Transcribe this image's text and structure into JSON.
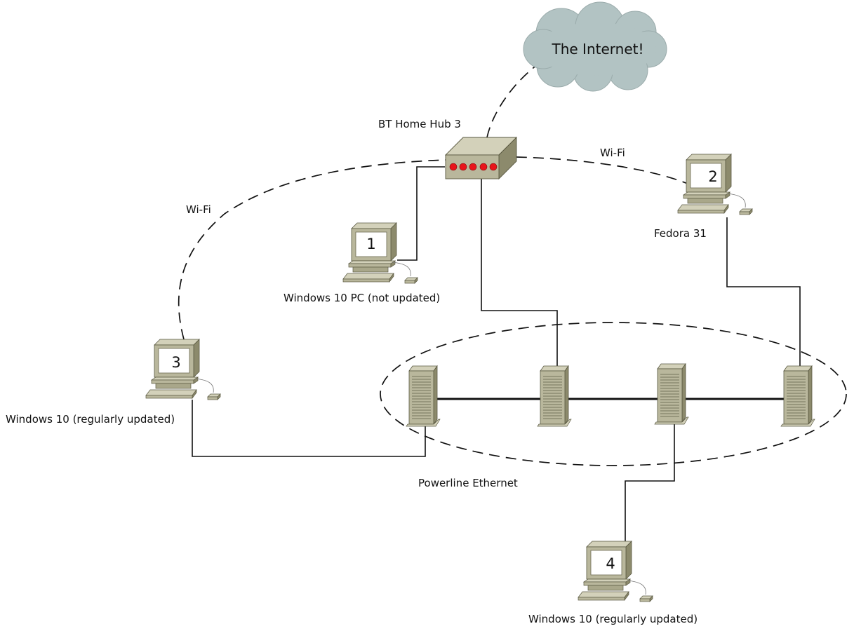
{
  "internet": {
    "label": "The Internet!",
    "icon": "cloud-icon",
    "color": "#b2c3c3"
  },
  "router": {
    "label": "BT Home Hub 3",
    "icon": "router-icon",
    "led_color": "#e8141b",
    "led_count": 5
  },
  "links": {
    "wifi_left": "Wi-Fi",
    "wifi_right": "Wi-Fi",
    "powerline": "Powerline Ethernet"
  },
  "computers": [
    {
      "number": "1",
      "label": "Windows 10 PC (not updated)"
    },
    {
      "number": "2",
      "label": "Fedora 31"
    },
    {
      "number": "3",
      "label": "Windows 10 (regularly updated)"
    },
    {
      "number": "4",
      "label": "Windows 10 (regularly updated)"
    }
  ],
  "device_colors": {
    "body": "#b9b79c",
    "side": "#8c8a6c",
    "top": "#d3d1ba",
    "screen": "#ffffff"
  }
}
